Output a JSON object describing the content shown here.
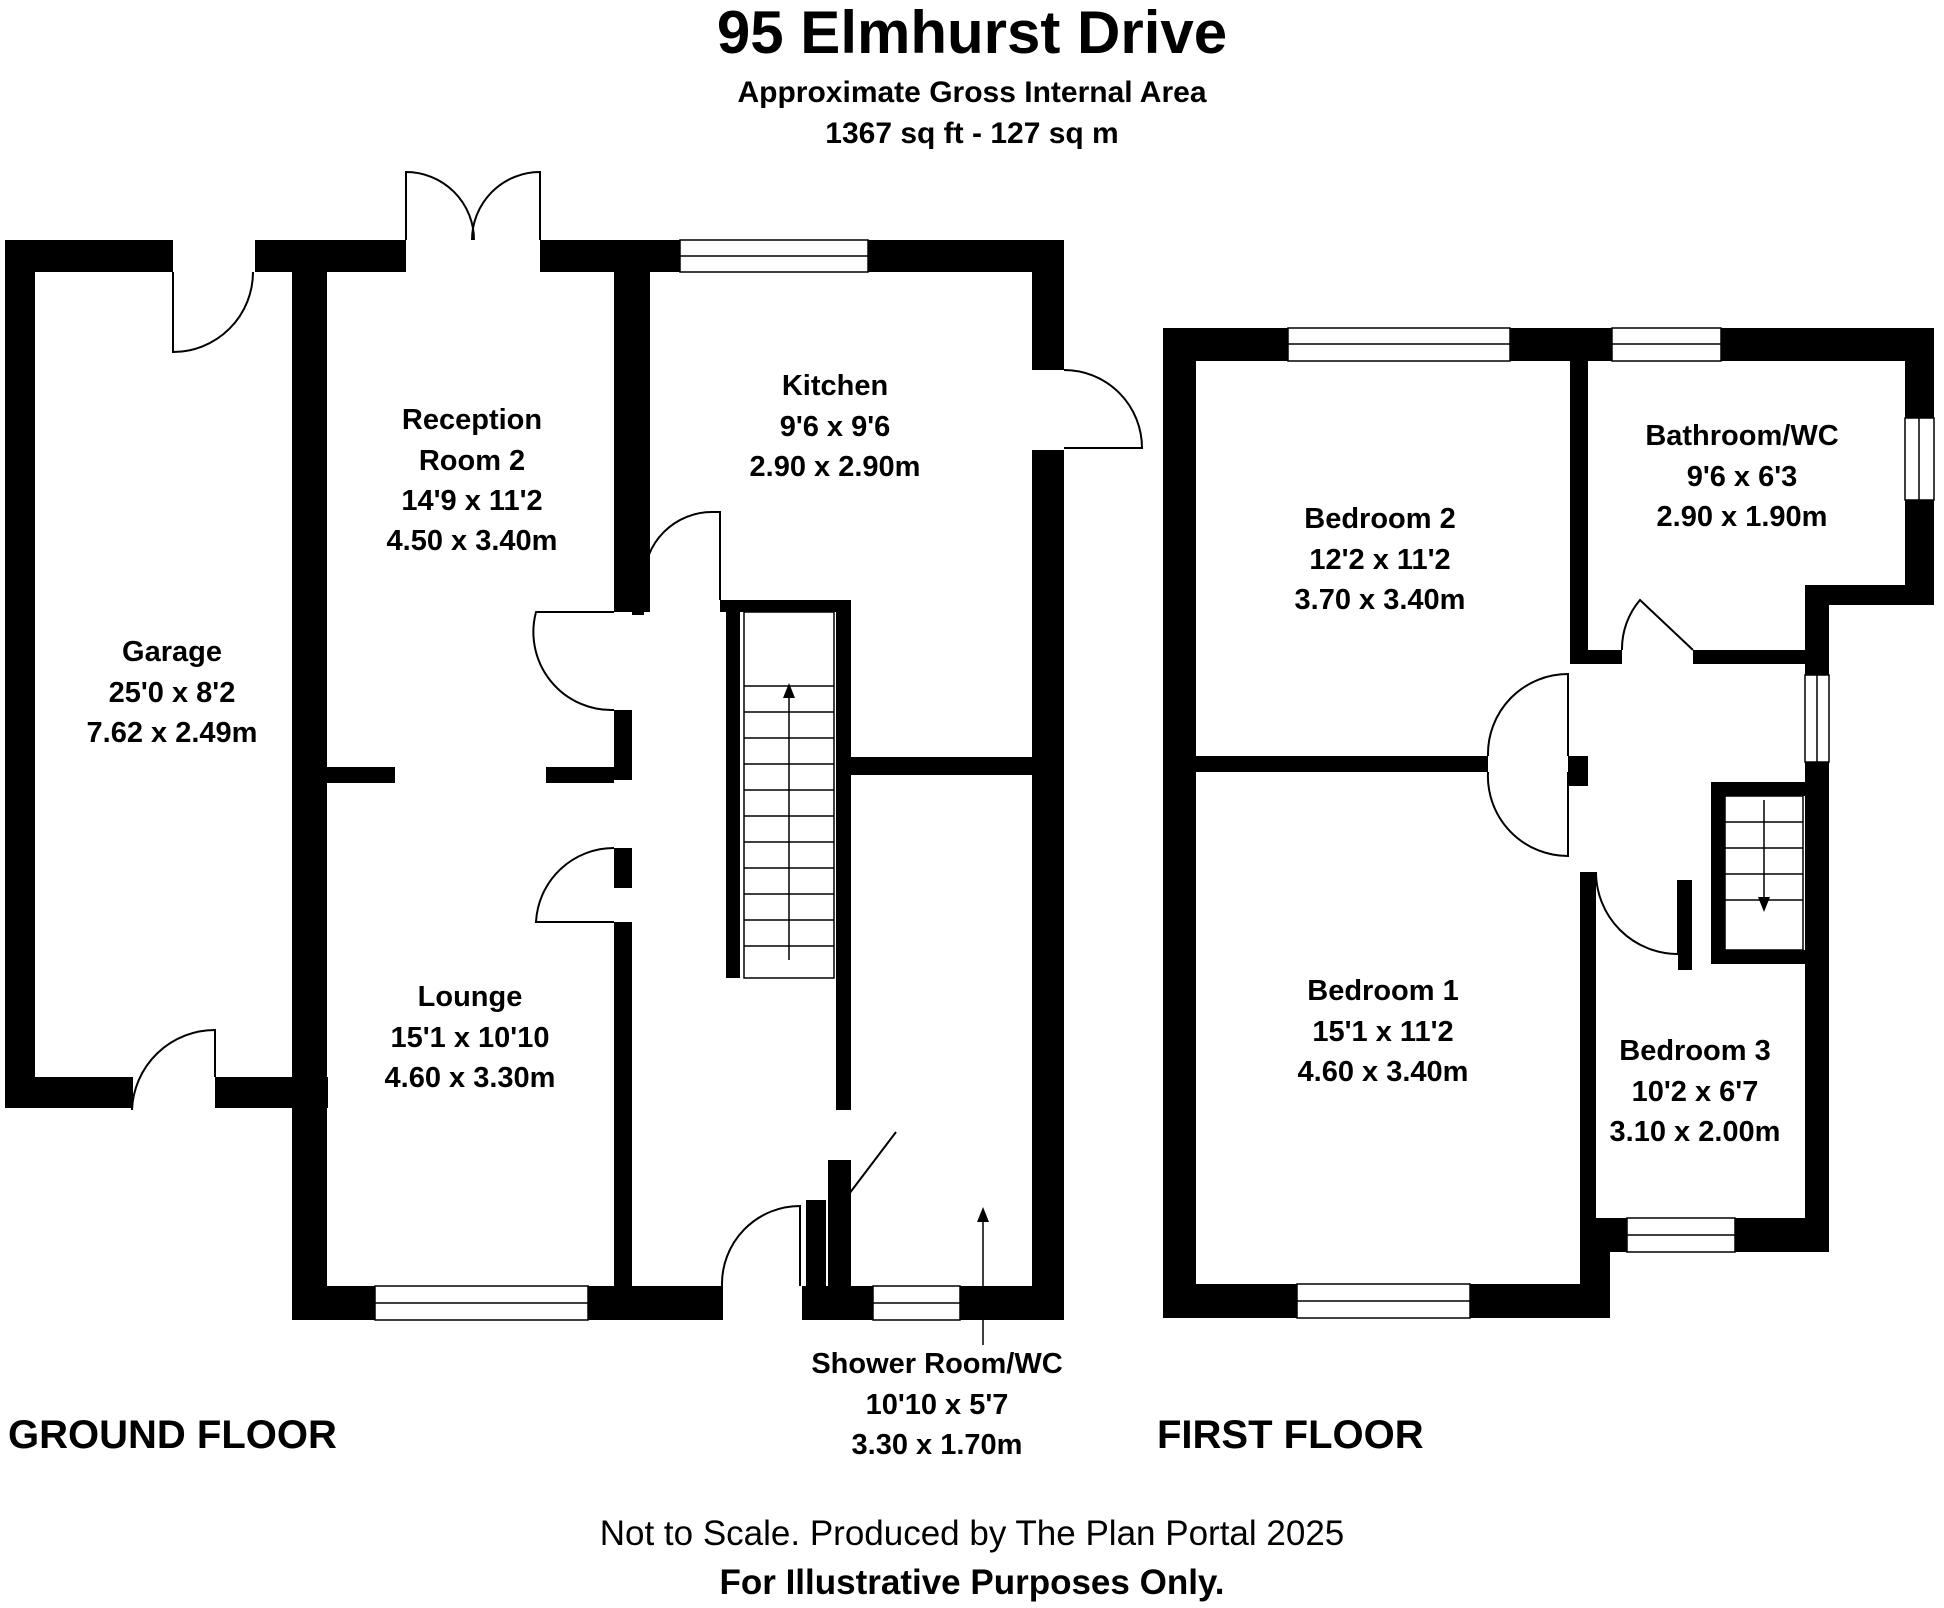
{
  "header": {
    "title": "95 Elmhurst Drive",
    "area_label": "Approximate Gross Internal Area",
    "area_value": "1367 sq ft - 127 sq m"
  },
  "floors": {
    "ground": "GROUND FLOOR",
    "first": "FIRST FLOOR"
  },
  "rooms": {
    "garage": {
      "name": "Garage",
      "imperial": "25'0 x 8'2",
      "metric": "7.62 x 2.49m"
    },
    "reception": {
      "name_line1": "Reception",
      "name_line2": "Room 2",
      "imperial": "14'9 x 11'2",
      "metric": "4.50 x 3.40m"
    },
    "kitchen": {
      "name": "Kitchen",
      "imperial": "9'6 x 9'6",
      "metric": "2.90 x 2.90m"
    },
    "lounge": {
      "name": "Lounge",
      "imperial": "15'1 x 10'10",
      "metric": "4.60 x 3.30m"
    },
    "shower": {
      "name": "Shower Room/WC",
      "imperial": "10'10 x 5'7",
      "metric": "3.30 x 1.70m"
    },
    "bedroom2": {
      "name": "Bedroom 2",
      "imperial": "12'2 x 11'2",
      "metric": "3.70 x 3.40m"
    },
    "bathroom": {
      "name": "Bathroom/WC",
      "imperial": "9'6 x 6'3",
      "metric": "2.90 x 1.90m"
    },
    "bedroom1": {
      "name": "Bedroom 1",
      "imperial": "15'1 x 11'2",
      "metric": "4.60 x 3.40m"
    },
    "bedroom3": {
      "name": "Bedroom 3",
      "imperial": "10'2 x 6'7",
      "metric": "3.10 x 2.00m"
    }
  },
  "footer": {
    "line1": "Not to Scale. Produced by The Plan Portal 2025",
    "line2": "For Illustrative Purposes Only."
  }
}
